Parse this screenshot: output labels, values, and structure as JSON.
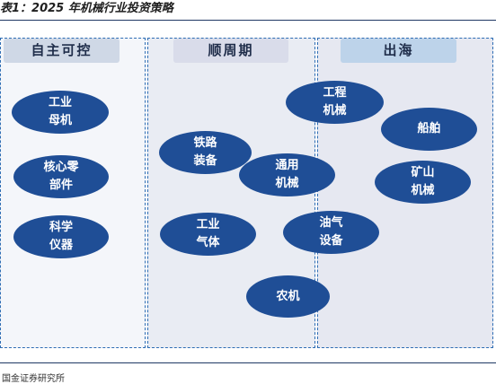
{
  "title": "表1：2025 年机械行业投资策略",
  "source": "国金证券研究所",
  "columns": [
    {
      "label": "自主可控",
      "items": [
        "工业\n母机",
        "核心零\n部件",
        "科学\n仪器"
      ]
    },
    {
      "label": "顺周期",
      "items": [
        "铁路\n装备",
        "通用\n机械",
        "工业\n气体",
        "油气\n设备",
        "农机"
      ]
    },
    {
      "label": "出海",
      "items": [
        "工程\n机械",
        "船舶",
        "矿山\n机械"
      ]
    }
  ]
}
